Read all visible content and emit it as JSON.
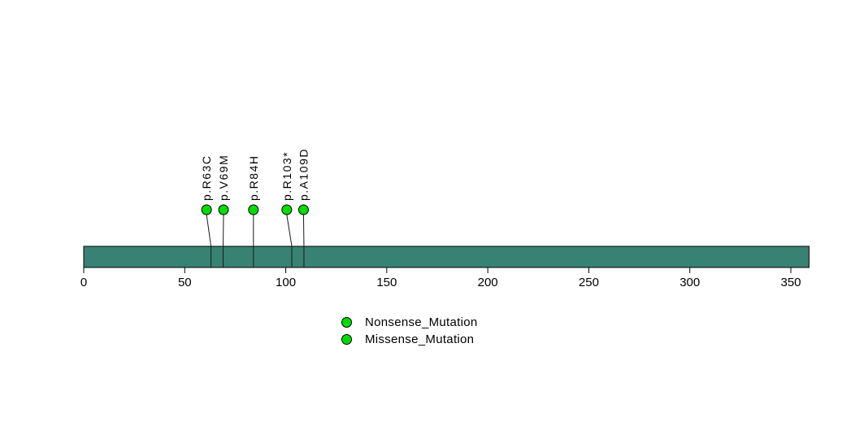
{
  "chart_data": {
    "type": "lollipop",
    "title": "",
    "xlabel": "",
    "ylabel": "",
    "xlim": [
      0,
      359
    ],
    "protein_length": 359,
    "xticks": [
      0,
      50,
      100,
      150,
      200,
      250,
      300,
      350
    ],
    "grid": false,
    "legend_position": "bottom-center",
    "mutations": [
      {
        "label": "p.R63C",
        "pos": 63,
        "label_pos": 60.8,
        "type": "Missense_Mutation"
      },
      {
        "label": "p.V69M",
        "pos": 69,
        "label_pos": 69.2,
        "type": "Missense_Mutation"
      },
      {
        "label": "p.R84H",
        "pos": 84,
        "label_pos": 84.0,
        "type": "Missense_Mutation"
      },
      {
        "label": "p.R103*",
        "pos": 103,
        "label_pos": 100.5,
        "type": "Nonsense_Mutation"
      },
      {
        "label": "p.A109D",
        "pos": 109,
        "label_pos": 108.8,
        "type": "Missense_Mutation"
      }
    ],
    "legend": [
      {
        "label": "Nonsense_Mutation",
        "color": "#00dc00"
      },
      {
        "label": "Missense_Mutation",
        "color": "#00dc00"
      }
    ],
    "colors": {
      "bar": "#388273",
      "bar_border": "#000000",
      "point": "#00dc00",
      "point_border": "#000000",
      "stem": "#1a1a1a",
      "axis_text": "#000000",
      "label_text": "#000000"
    }
  }
}
